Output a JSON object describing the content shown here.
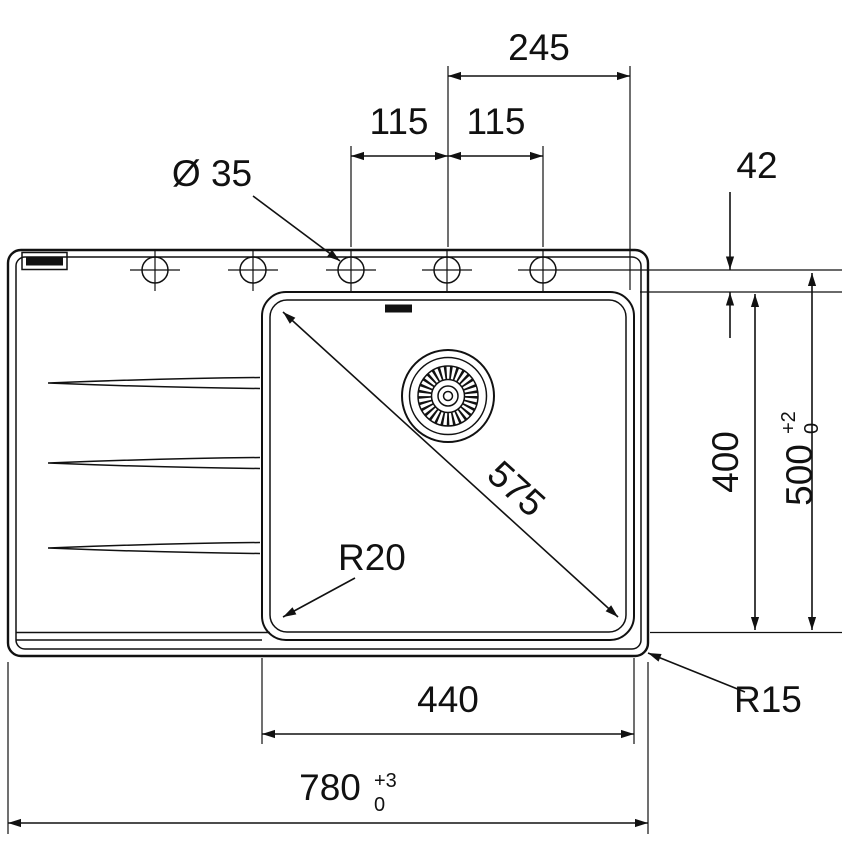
{
  "colors": {
    "ink": "#111111",
    "paper": "#ffffff"
  },
  "dims": {
    "top_span": "245",
    "tap_pitch_left": "115",
    "tap_pitch_right": "115",
    "tap_hole_dia": "Ø 35",
    "rim_to_bowl": "42",
    "bowl_diagonal": "575",
    "bowl_depth": "400",
    "overall_depth": "500",
    "overall_depth_tol_upper": "+2",
    "overall_depth_tol_lower": "0",
    "bowl_corner_radius": "R20",
    "bowl_width": "440",
    "outer_corner_radius": "R15",
    "overall_width": "780",
    "overall_width_tol_upper": "+3",
    "overall_width_tol_lower": "0"
  }
}
